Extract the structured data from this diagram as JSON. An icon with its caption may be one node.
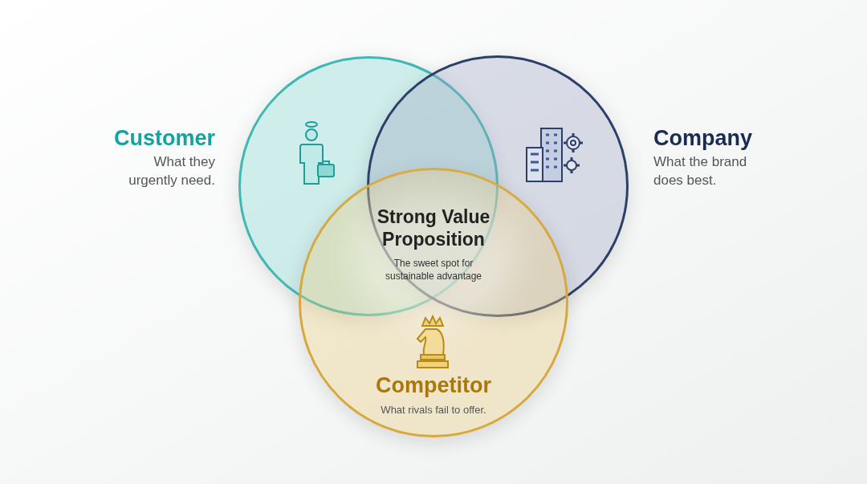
{
  "diagram": {
    "nodes": [
      {
        "text": [
          "Customer",
          "What they urgently need."
        ]
      },
      {
        "text": [
          "Company",
          "What the brand does best."
        ]
      },
      {
        "text": [
          "Competitor",
          "What rivals fail to offer."
        ]
      }
    ],
    "labels": [
      "Strong Value Proposition",
      "The sweet spot for sustainable advantage"
    ]
  }
}
